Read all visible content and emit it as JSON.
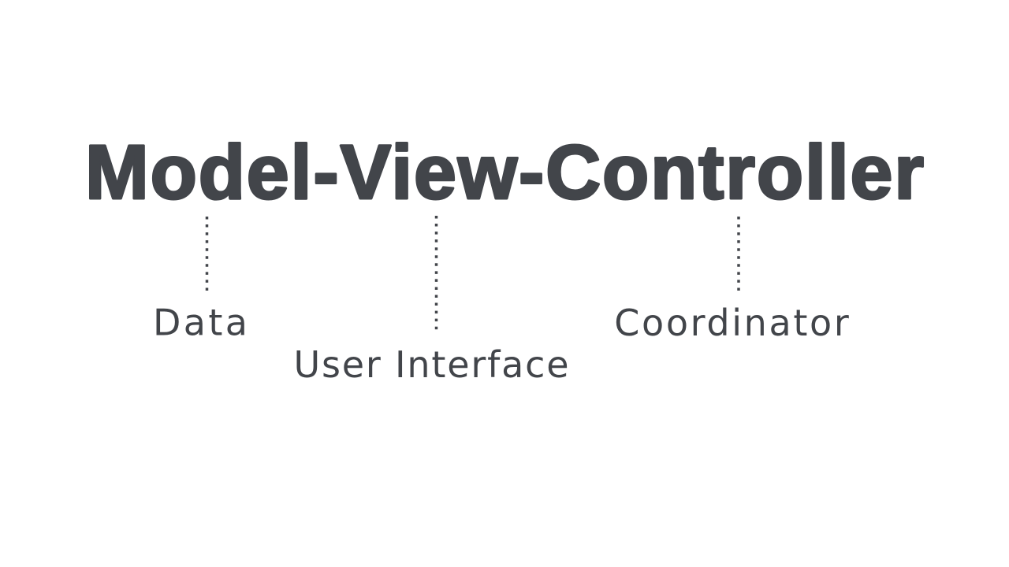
{
  "slide": {
    "title": "Model-View-Controller",
    "mappings": [
      {
        "term": "Model",
        "label": "Data"
      },
      {
        "term": "View",
        "label": "User Interface"
      },
      {
        "term": "Controller",
        "label": "Coordinator"
      }
    ],
    "colors": {
      "background": "#ffffff",
      "ink": "#42454a"
    }
  }
}
